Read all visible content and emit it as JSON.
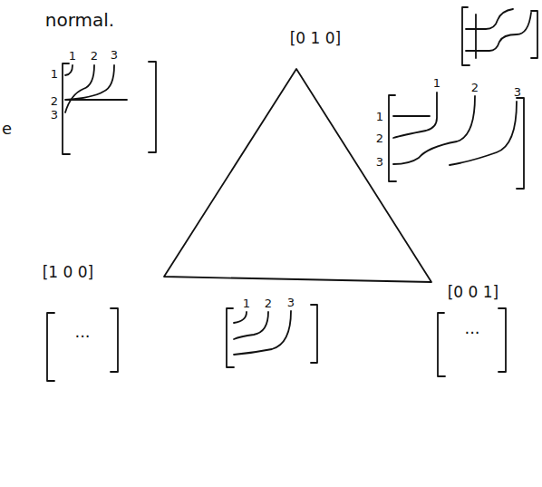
{
  "diagram": {
    "labels": [
      "normal.",
      "[0 1 0]",
      "1",
      "2",
      "3",
      "e",
      "1",
      "2",
      "3",
      "1",
      "2",
      "3",
      "1",
      "2",
      "3",
      "[1 0 0]",
      "[0 0 1]",
      "...",
      "1",
      "2",
      "3",
      "..."
    ]
  }
}
